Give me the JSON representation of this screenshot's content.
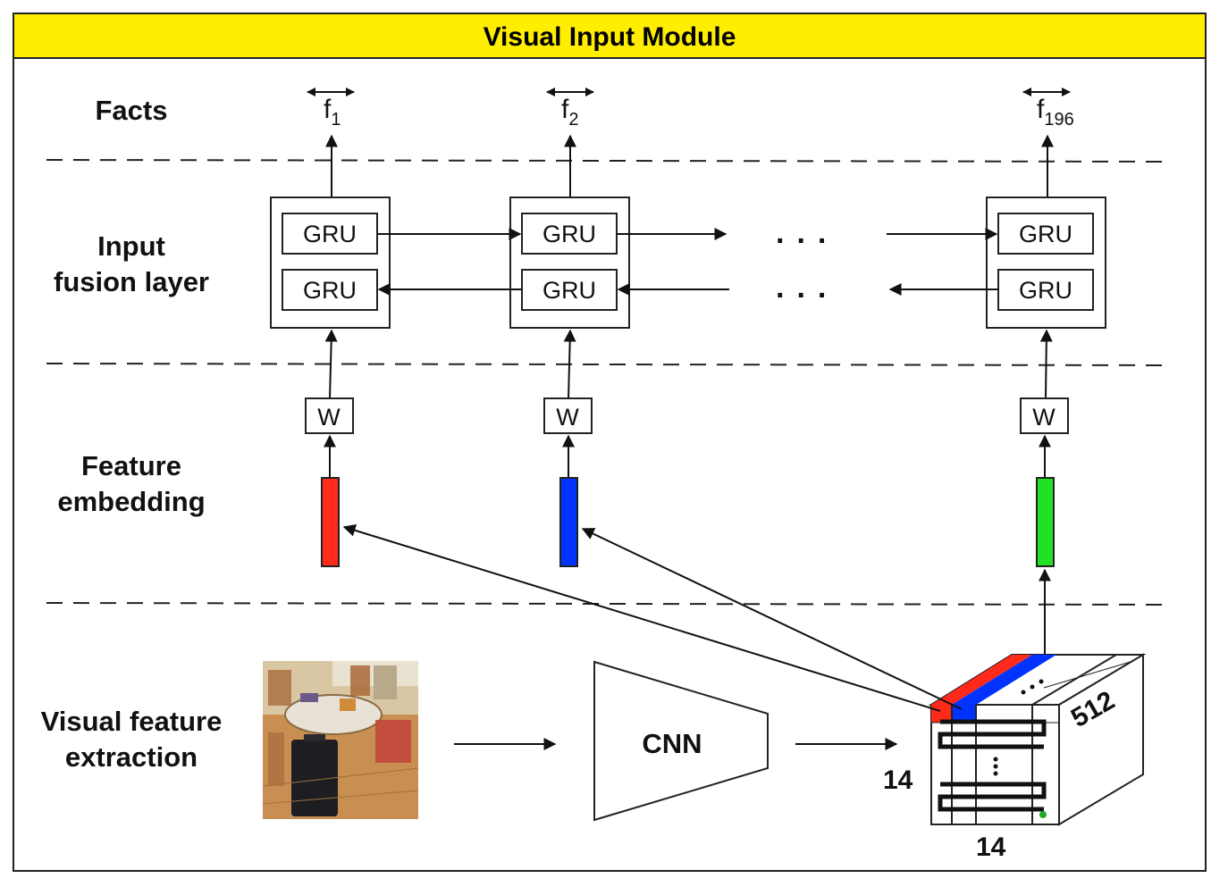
{
  "title": "Visual Input Module",
  "colors": {
    "title_bg": "#ffee00",
    "feature_red": "#ff2a1a",
    "feature_blue": "#0033ff",
    "feature_green": "#22e022"
  },
  "row_labels": {
    "facts": "Facts",
    "input_line1": "Input",
    "input_line2": "fusion layer",
    "feature_line1": "Feature",
    "feature_line2": "embedding",
    "visual_line1": "Visual feature",
    "visual_line2": "extraction"
  },
  "facts": [
    {
      "base": "f",
      "sub": "1"
    },
    {
      "base": "f",
      "sub": "2"
    },
    {
      "base": "f",
      "sub": "196"
    }
  ],
  "gru_label": "GRU",
  "w_label": "W",
  "ellipsis": "...",
  "cnn_label": "CNN",
  "dims": {
    "depth": "512",
    "height": "14",
    "width": "14"
  },
  "photo_icon": "room-photo-icon"
}
